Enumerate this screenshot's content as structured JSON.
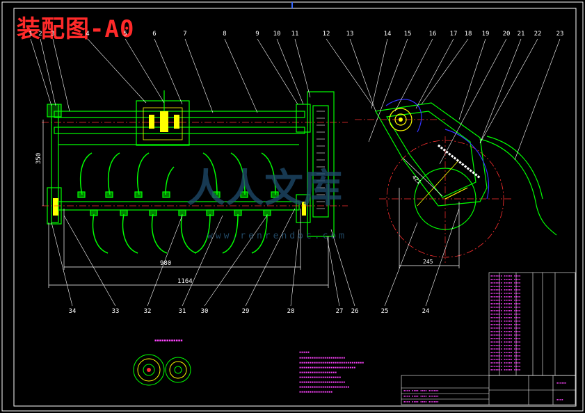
{
  "title": "装配图-A0",
  "balloons_top": [
    "1",
    "2",
    "3",
    "4",
    "5",
    "6",
    "7",
    "8",
    "9",
    "10",
    "11",
    "12",
    "13",
    "14",
    "15",
    "16",
    "17",
    "18",
    "19",
    "20",
    "21",
    "22",
    "23"
  ],
  "balloons_bottom": [
    "34",
    "33",
    "32",
    "31",
    "30",
    "29",
    "28",
    "27",
    "26",
    "25",
    "24"
  ],
  "dimensions": {
    "height": "350",
    "inner_length": "980",
    "overall_length": "1164",
    "side_width": "245",
    "side_radius": "421"
  },
  "watermark": {
    "brand": "人人文库",
    "url": "www.renrendoc.com"
  },
  "colors": {
    "background": "#000000",
    "frame": "#ffffff",
    "main_lines": "#00ff00",
    "centerline": "#ff3030",
    "dims": "#ffffff",
    "parts": "#ffff00",
    "notes": "#ff44ff",
    "cross_section": "#ffff00",
    "side_arc": "#3333ff"
  }
}
